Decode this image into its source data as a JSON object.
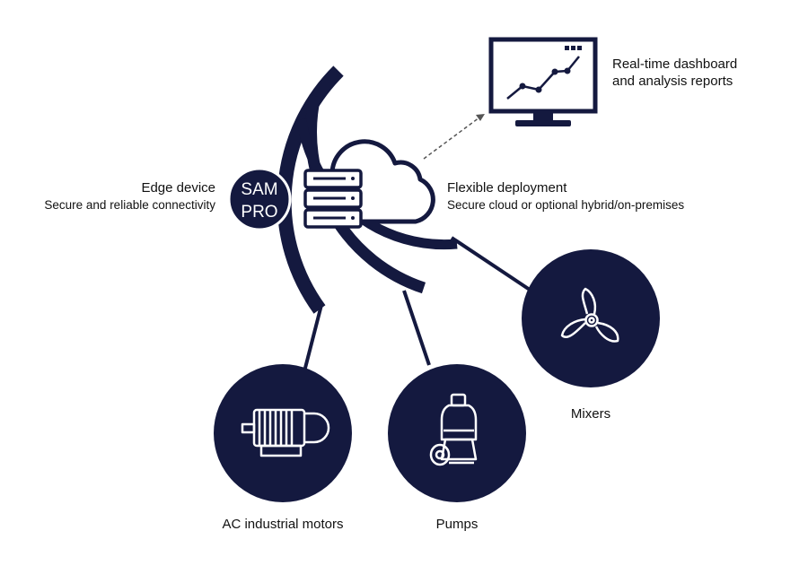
{
  "colors": {
    "navy": "#14193f",
    "white": "#ffffff",
    "text": "#111111",
    "arrow": "#555555"
  },
  "edge_device": {
    "badge_line1": "SAM",
    "badge_line2": "PRO",
    "title": "Edge device",
    "subtitle": "Secure and reliable connectivity"
  },
  "deployment": {
    "title": "Flexible deployment",
    "subtitle": "Secure cloud or optional hybrid/on-premises",
    "icons": [
      "server-rack-icon",
      "cloud-icon"
    ]
  },
  "dashboard": {
    "line1": "Real-time dashboard",
    "line2": "and analysis reports",
    "icon": "monitor-chart-icon"
  },
  "assets": [
    {
      "label": "AC industrial motors",
      "icon": "electric-motor-icon"
    },
    {
      "label": "Pumps",
      "icon": "pump-icon"
    },
    {
      "label": "Mixers",
      "icon": "mixer-propeller-icon"
    }
  ]
}
